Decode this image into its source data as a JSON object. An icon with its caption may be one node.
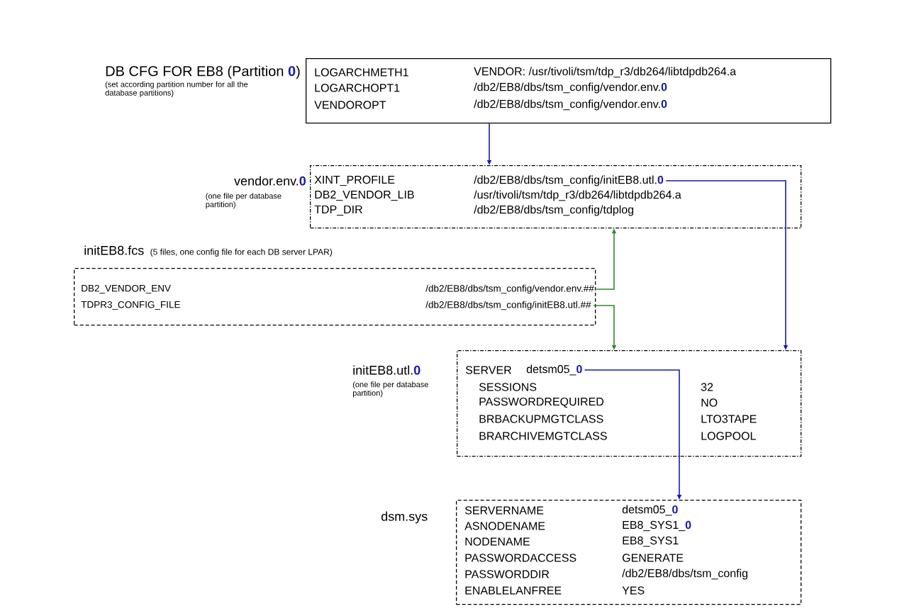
{
  "diagram": {
    "nodes": [
      {
        "text": [
          "DB CFG FOR EB8 (Partition **0**)",
          "(set according partition number for all the database partitions)",
          "LOGARCHMETH1",
          "VENDOR: /usr/tivoli/tsm/tdp_r3/db264/libtdpdb264.a",
          "LOGARCHOPT1",
          "/db2/EB8/dbs/tsm_config/vendor.env.**0**",
          "VENDOROPT",
          "/db2/EB8/dbs/tsm_config/vendor.env.**0**"
        ]
      },
      {
        "text": [
          "vendor.env.**0**",
          "(one file per database partition)",
          "XINT_PROFILE",
          "/db2/EB8/dbs/tsm_config/initEB8.utl.**0**",
          "DB2_VENDOR_LIB",
          "/usr/tivoli/tsm/tdp_r3/db264/libtdpdb264.a",
          "TDP_DIR",
          "/db2/EB8/dbs/tsm_config/tdplog"
        ]
      },
      {
        "text": [
          "initEB8.fcs",
          "(5 files, one config file for each DB server LPAR)",
          "DB2_VENDOR_ENV",
          "/db2/EB8/dbs/tsm_config/vendor.env.##",
          "TDPR3_CONFIG_FILE",
          "/db2/EB8/dbs/tsm_config/initEB8.utl.##"
        ]
      },
      {
        "text": [
          "initEB8.utl.**0**",
          "(one file per database partition)",
          "SERVER",
          "detsm05_**0**",
          "SESSIONS",
          "32",
          "PASSWORDREQUIRED",
          "NO",
          "BRBACKUPMGTCLASS",
          "LTO3TAPE",
          "BRARCHIVEMGTCLASS",
          "LOGPOOL"
        ]
      },
      {
        "text": [
          "dsm.sys",
          "SERVERNAME",
          "detsm05_**0**",
          "ASNODENAME",
          "EB8_SYS1_**0**",
          "NODENAME",
          "EB8_SYS1",
          "PASSWORDACCESS",
          "GENERATE",
          "PASSWORDDIR",
          "/db2/EB8/dbs/tsm_config",
          "ENABLELANFREE",
          "YES"
        ]
      }
    ],
    "edges": [
      {
        "from": 0,
        "to": 1,
        "arrow": "to"
      },
      {
        "from": 1,
        "to": 3,
        "arrow": "to"
      },
      {
        "from": 2,
        "to": 1,
        "arrow": "to",
        "color": "#2e8b2e"
      },
      {
        "from": 2,
        "to": 3,
        "arrow": "to",
        "color": "#2e8b2e"
      },
      {
        "from": 3,
        "to": 4,
        "arrow": "to"
      }
    ]
  }
}
